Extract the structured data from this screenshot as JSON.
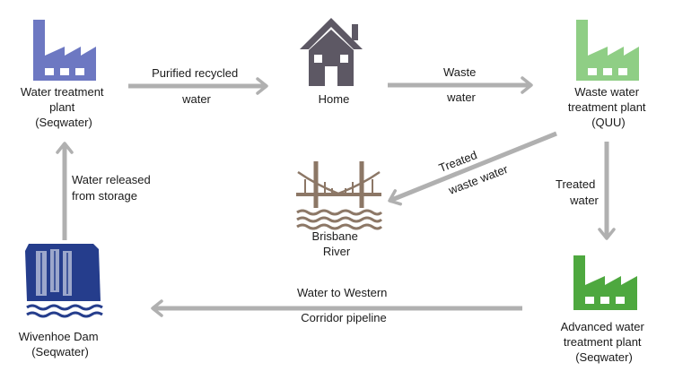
{
  "nodes": {
    "water_treatment": {
      "lines": [
        "Water treatment",
        "plant",
        "(Seqwater)"
      ],
      "color": "#6d78c2",
      "icon": "factory-icon"
    },
    "home": {
      "lines": [
        "Home"
      ],
      "color": "#5d5864",
      "icon": "house-icon"
    },
    "waste_water_treatment": {
      "lines": [
        "Waste water",
        "treatment plant",
        "(QUU)"
      ],
      "color": "#8fce85",
      "icon": "factory-icon"
    },
    "brisbane_river": {
      "lines": [
        "Brisbane",
        "River"
      ],
      "color": "#8c7766",
      "icon": "bridge-river-icon"
    },
    "wivenhoe_dam": {
      "lines": [
        "Wivenhoe Dam",
        "(Seqwater)"
      ],
      "color": "#253d8c",
      "icon": "dam-icon"
    },
    "advanced_treatment": {
      "lines": [
        "Advanced water",
        "treatment plant",
        "(Seqwater)"
      ],
      "color": "#4ea83f",
      "icon": "factory-icon"
    }
  },
  "edges": {
    "purified": {
      "lines": [
        "Purified recycled",
        "water"
      ]
    },
    "waste": {
      "lines": [
        "Waste",
        "water"
      ]
    },
    "treated_river": {
      "lines": [
        "Treated",
        "waste water"
      ]
    },
    "treated_water": {
      "lines": [
        "Treated",
        "water"
      ]
    },
    "western_corridor": {
      "lines": [
        "Water to Western",
        "Corridor pipeline"
      ]
    },
    "released": {
      "lines": [
        "Water released",
        "from storage"
      ]
    }
  },
  "arrow_color": "#b0b0b0"
}
